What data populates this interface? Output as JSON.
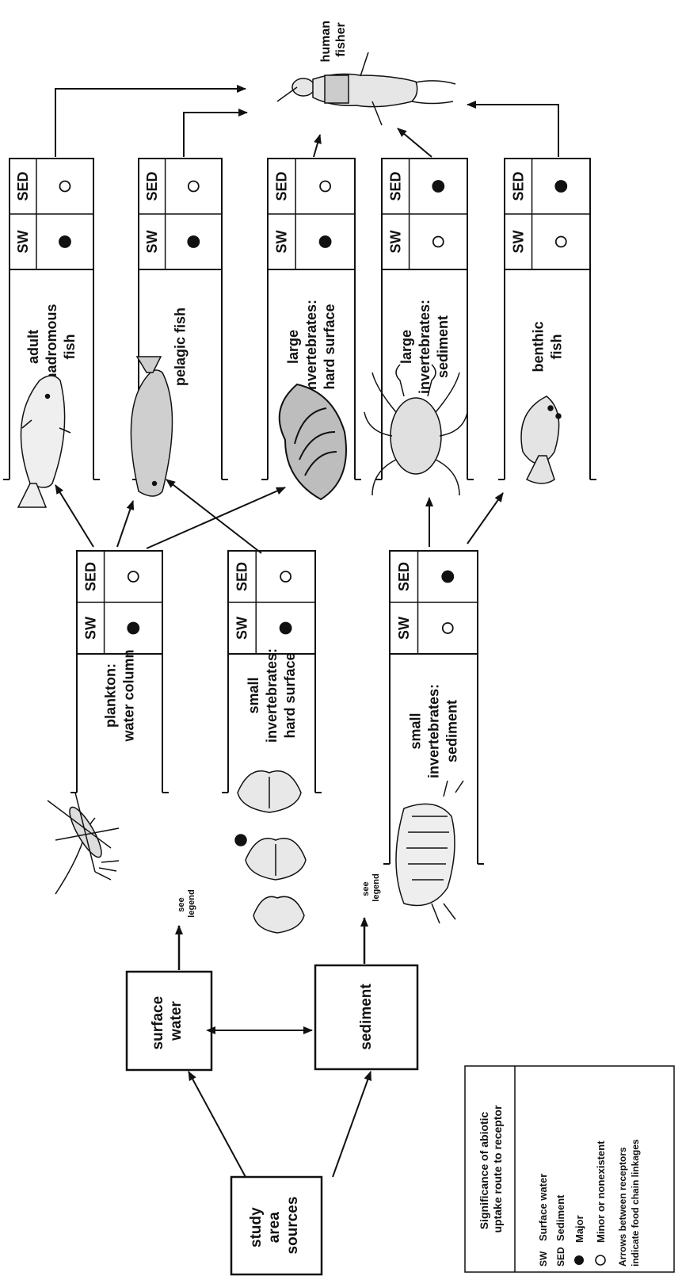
{
  "sources": {
    "study_area": [
      "study",
      "area",
      "sources"
    ],
    "surface_water": [
      "surface",
      "water"
    ],
    "sediment": [
      "sediment"
    ]
  },
  "see_legend": [
    "see",
    "legend"
  ],
  "col_headers": {
    "sw": "SW",
    "sed": "SED"
  },
  "receptors": {
    "plankton": [
      "plankton:",
      "water column"
    ],
    "small_inv_hard": [
      "small",
      "invertebrates:",
      "hard surface"
    ],
    "small_inv_sed": [
      "small",
      "invertebrates:",
      "sediment"
    ],
    "adult_fish": [
      "adult",
      "anadromous",
      "fish"
    ],
    "pelagic_fish": [
      "pelagic fish"
    ],
    "large_inv_hard": [
      "large",
      "invertebrates:",
      "hard surface"
    ],
    "large_inv_sed": [
      "large",
      "invertebrates:",
      "sediment"
    ],
    "benthic_fish": [
      "benthic",
      "fish"
    ]
  },
  "uptake": {
    "plankton": {
      "sw": "major",
      "sed": "minor"
    },
    "small_inv_hard": {
      "sw": "major",
      "sed": "minor"
    },
    "small_inv_sed": {
      "sw": "minor",
      "sed": "major"
    },
    "adult_fish": {
      "sw": "major",
      "sed": "minor"
    },
    "pelagic_fish": {
      "sw": "major",
      "sed": "minor"
    },
    "large_inv_hard": {
      "sw": "major",
      "sed": "minor"
    },
    "large_inv_sed": {
      "sw": "minor",
      "sed": "major"
    },
    "benthic_fish": {
      "sw": "minor",
      "sed": "major"
    }
  },
  "human": [
    "human",
    "fisher"
  ],
  "legend": {
    "title": [
      "Significance of abiotic",
      "uptake route to receptor"
    ],
    "items": [
      {
        "abbr": "SW",
        "text": "Surface water"
      },
      {
        "abbr": "SED",
        "text": "Sediment"
      },
      {
        "symbol": "major",
        "text": "Major"
      },
      {
        "symbol": "minor",
        "text": "Minor or nonexistent"
      }
    ],
    "note": [
      "Arrows between receptors",
      "indicate food chain linkages"
    ]
  },
  "icons": {
    "copepod": "copepod-icon",
    "barnacle": "barnacle-icon",
    "amphipod": "amphipod-icon",
    "salmon": "salmon-icon",
    "pelagic": "pelagic-fish-icon",
    "oyster": "oyster-icon",
    "crab": "crab-icon",
    "flounder": "flounder-icon",
    "fisher": "human-fisher-icon"
  }
}
